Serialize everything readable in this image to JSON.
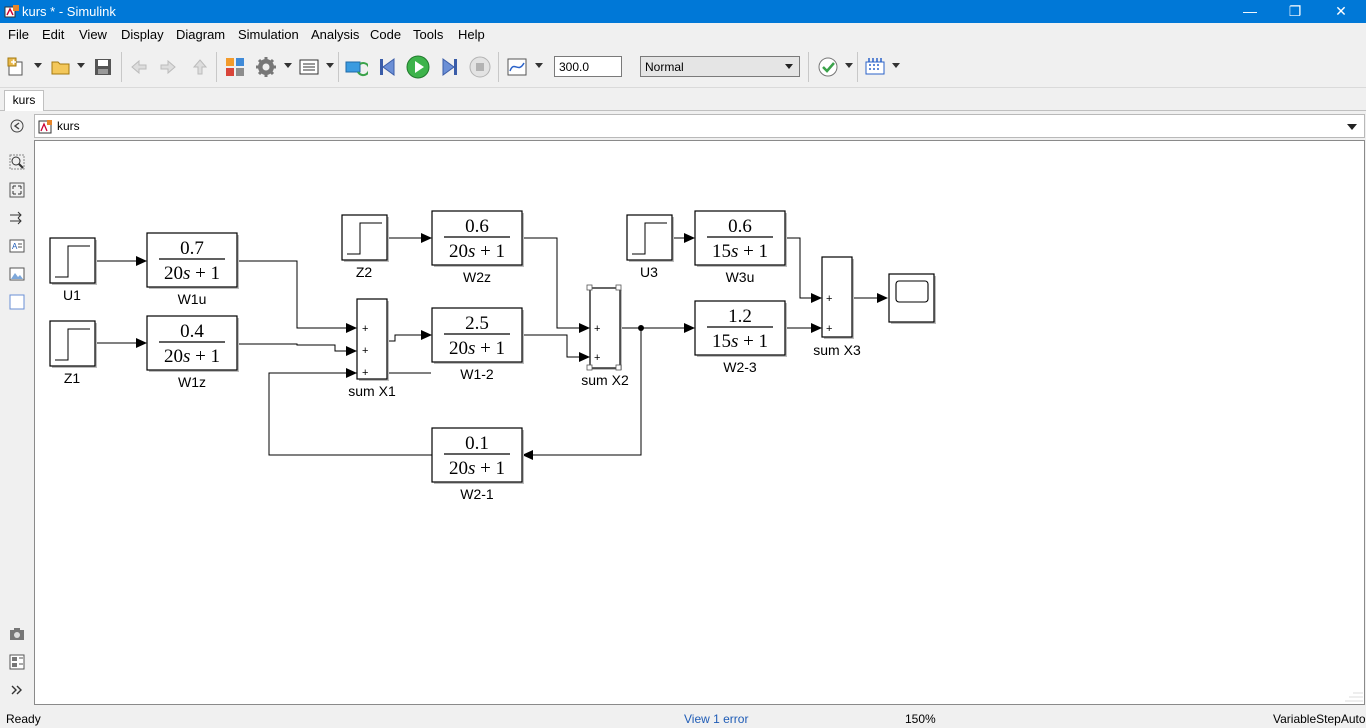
{
  "window": {
    "title": "kurs * - Simulink",
    "minimize": "—",
    "restore": "❐",
    "close": "✕"
  },
  "menu": [
    "File",
    "Edit",
    "View",
    "Display",
    "Diagram",
    "Simulation",
    "Analysis",
    "Code",
    "Tools",
    "Help"
  ],
  "toolbar": {
    "stop_time": "300.0",
    "sim_mode": "Normal"
  },
  "tabs": [
    {
      "label": "kurs"
    }
  ],
  "address": {
    "path": "kurs"
  },
  "diagram": {
    "blocks": {
      "U1": {
        "label": "U1"
      },
      "Z1": {
        "label": "Z1"
      },
      "Z2": {
        "label": "Z2"
      },
      "U3": {
        "label": "U3"
      },
      "W1u": {
        "label": "W1u",
        "num": "0.7",
        "den_coef": "20",
        "den_rest": "+ 1"
      },
      "W1z": {
        "label": "W1z",
        "num": "0.4",
        "den_coef": "20",
        "den_rest": "+ 1"
      },
      "W2z": {
        "label": "W2z",
        "num": "0.6",
        "den_coef": "20",
        "den_rest": "+ 1"
      },
      "W1_2": {
        "label": "W1-2",
        "num": "2.5",
        "den_coef": "20",
        "den_rest": "+ 1"
      },
      "W3u": {
        "label": "W3u",
        "num": "0.6",
        "den_coef": "15",
        "den_rest": "+ 1"
      },
      "W2_3": {
        "label": "W2-3",
        "num": "1.2",
        "den_coef": "15",
        "den_rest": "+ 1"
      },
      "W2_1": {
        "label": "W2-1",
        "num": "0.1",
        "den_coef": "20",
        "den_rest": "+ 1"
      },
      "sumX1": {
        "label": "sum X1",
        "signs": [
          "+",
          "+",
          "+"
        ]
      },
      "sumX2": {
        "label": "sum X2",
        "signs": [
          "+",
          "+"
        ]
      },
      "sumX3": {
        "label": "sum X3",
        "signs": [
          "+",
          "+"
        ]
      },
      "laplace_var": "s"
    }
  },
  "status": {
    "ready": "Ready",
    "error": "View 1 error",
    "zoom": "150%",
    "solver": "VariableStepAuto"
  }
}
